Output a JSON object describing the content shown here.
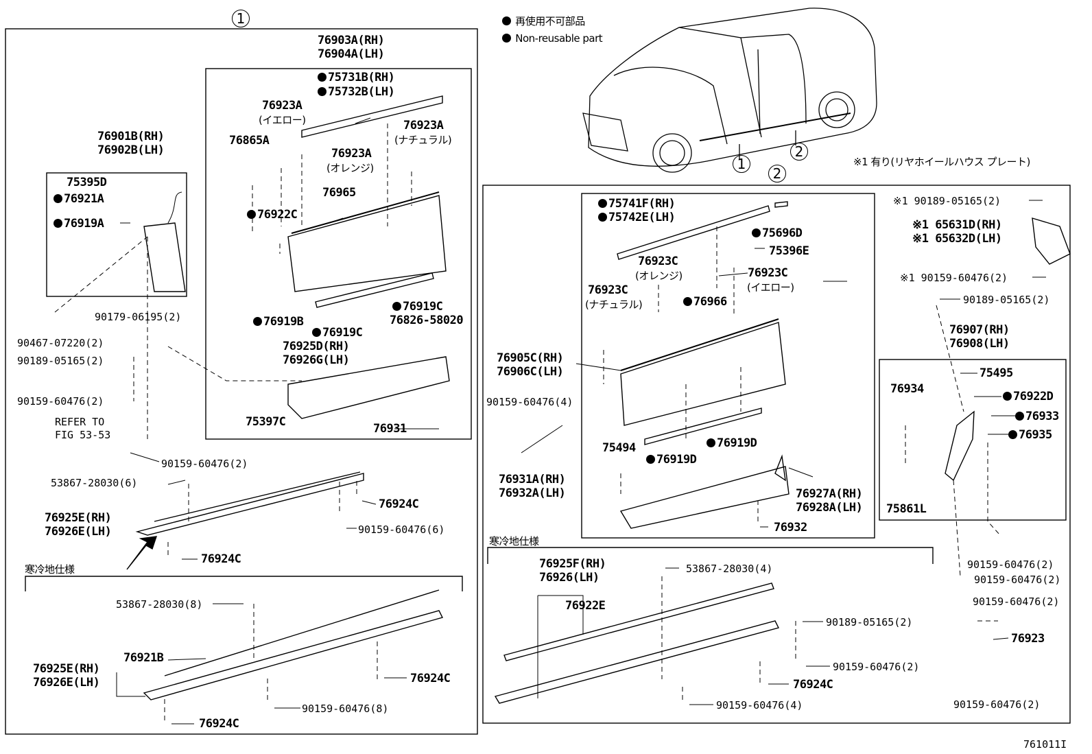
{
  "legend": {
    "jp": "再使用不可部品",
    "en": "Non-reusable part"
  },
  "note_x1": "※1 有り(リヤホイールハウス プレート)",
  "figure_id": "761011I",
  "section_1": {
    "marker": "1",
    "inner_box_title": [
      "76903A(RH)",
      "76904A(LH)"
    ],
    "left_box_title": [
      "76901B(RH)",
      "76902B(LH)"
    ],
    "labels": {
      "p75731B": "75731B(RH)",
      "p75732B": "75732B(LH)",
      "p76923A_y": "76923A",
      "p76923A_y_color": "(イエロー)",
      "p76923A_n": "76923A",
      "p76923A_n_color": "(ナチュラル)",
      "p76923A_o": "76923A",
      "p76923A_o_color": "(オレンジ)",
      "p76865A": "76865A",
      "p76965": "76965",
      "p76922C": "76922C",
      "p76919B": "76919B",
      "p76919C_a": "76919C",
      "p76919C_b": "76919C",
      "p76826": "76826-58020",
      "p76925D": "76925D(RH)",
      "p76926G": "76926G(LH)",
      "p75397C": "75397C",
      "p76931": "76931",
      "p75395D": "75395D",
      "p76921A": "76921A",
      "p76919A": "76919A",
      "p90179": "90179-06195(2)",
      "p90467": "90467-07220(2)",
      "p90189": "90189-05165(2)",
      "p90159_a": "90159-60476(2)",
      "refer1": "REFER TO",
      "refer2": "FIG 53-53",
      "p90159_b": "90159-60476(2)",
      "p53867_6": "53867-28030(6)",
      "p76924C_a": "76924C",
      "p76925E_a": "76925E(RH)",
      "p76926E_a": "76926E(LH)",
      "p90159_6": "90159-60476(6)",
      "p76924C_b": "76924C",
      "cold_spec": "寒冷地仕様",
      "p53867_8": "53867-28030(8)",
      "p76921B": "76921B",
      "p76925E_b": "76925E(RH)",
      "p76926E_b": "76926E(LH)",
      "p76924C_c": "76924C",
      "p90159_8": "90159-60476(8)",
      "p76924C_d": "76924C"
    }
  },
  "section_2": {
    "marker": "2",
    "inner_title": [
      "76905C(RH)",
      "76906C(LH)"
    ],
    "labels": {
      "p75741F": "75741F(RH)",
      "p75742E": "75742E(LH)",
      "p75696D": "75696D",
      "p75396E": "75396E",
      "p76923C_o": "76923C",
      "p76923C_o_color": "(オレンジ)",
      "p76923C_y": "76923C",
      "p76923C_y_color": "(イエロー)",
      "p76923C_n": "76923C",
      "p76923C_n_color": "(ナチュラル)",
      "p76966": "76966",
      "p90159_4a": "90159-60476(4)",
      "p76931A": "76931A(RH)",
      "p76932A": "76932A(LH)",
      "p75494": "75494",
      "p76919D_a": "76919D",
      "p76919D_b": "76919D",
      "p76927A": "76927A(RH)",
      "p76928A": "76928A(LH)",
      "p76932": "76932",
      "cold_spec": "寒冷地仕様",
      "p76925F": "76925F(RH)",
      "p76926": "76926(LH)",
      "p53867_4": "53867-28030(4)",
      "p76922E": "76922E",
      "p90189": "90189-05165(2)",
      "p90159_2a": "90159-60476(2)",
      "p76924C": "76924C",
      "p90159_4b": "90159-60476(4)"
    }
  },
  "right_column": {
    "r1": "※1 90189-05165(2)",
    "r2": "※1 65631D(RH)",
    "r3": "※1 65632D(LH)",
    "r4": "※1 90159-60476(2)",
    "r5": "90189-05165(2)",
    "box_title": [
      "76907(RH)",
      "76908(LH)"
    ],
    "p75495": "75495",
    "p76934": "76934",
    "p76922D": "76922D",
    "p76933": "76933",
    "p76935": "76935",
    "p75861L": "75861L",
    "p90159_a": "90159-60476(2)",
    "p90159_b": "90159-60476(2)",
    "p90159_c": "90159-60476(2)",
    "p76923": "76923",
    "p90159_d": "90159-60476(2)"
  }
}
